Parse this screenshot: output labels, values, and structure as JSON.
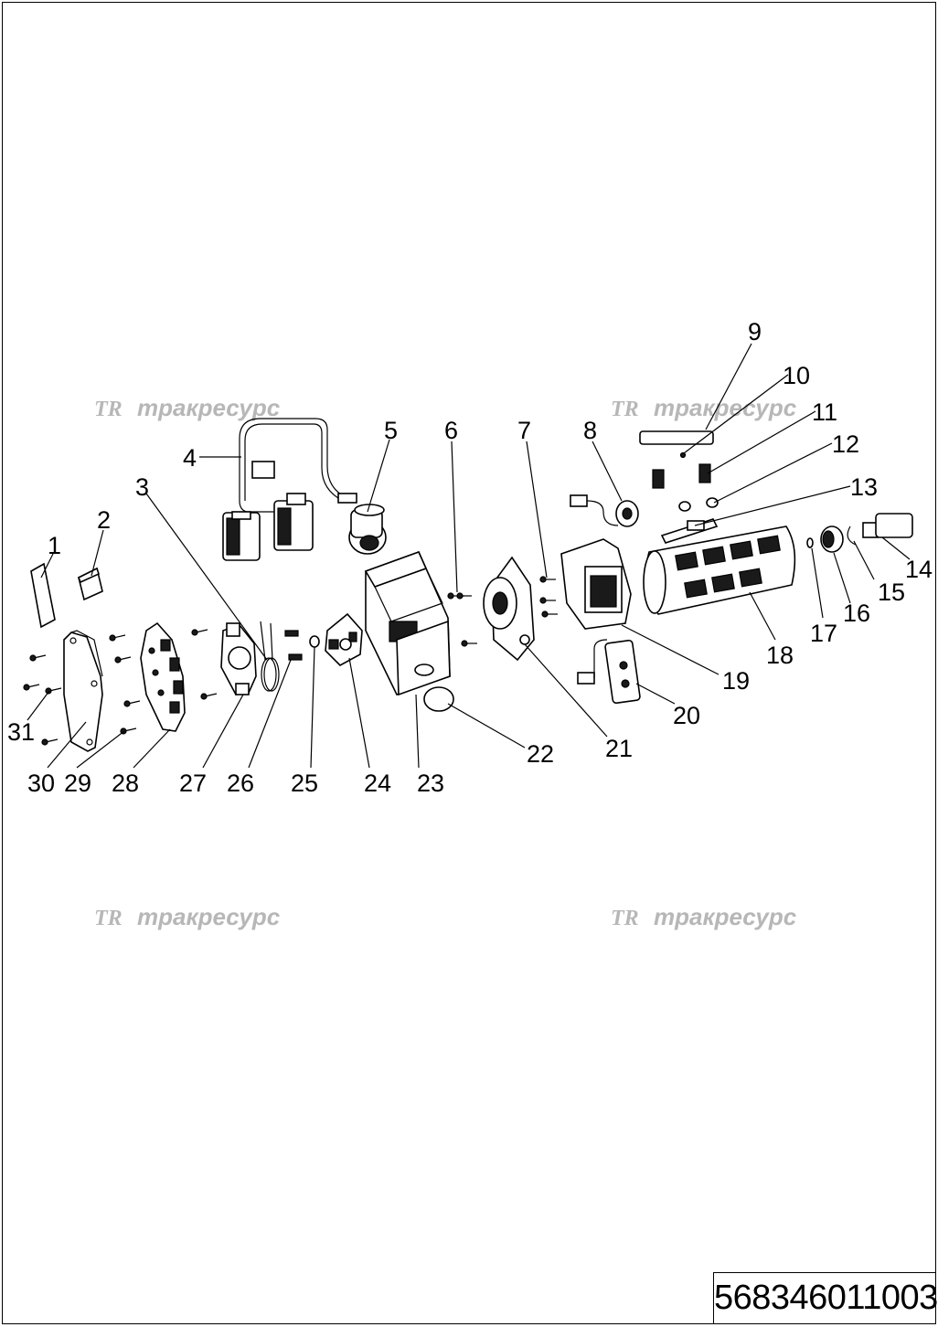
{
  "document_number": "568346011003",
  "watermark": {
    "logo": "ТR",
    "text": "тракресурс"
  },
  "callouts": [
    "1",
    "2",
    "3",
    "4",
    "5",
    "6",
    "7",
    "8",
    "9",
    "10",
    "11",
    "12",
    "13",
    "14",
    "15",
    "16",
    "17",
    "18",
    "19",
    "20",
    "21",
    "22",
    "23",
    "24",
    "25",
    "26",
    "27",
    "28",
    "29",
    "30",
    "31"
  ]
}
